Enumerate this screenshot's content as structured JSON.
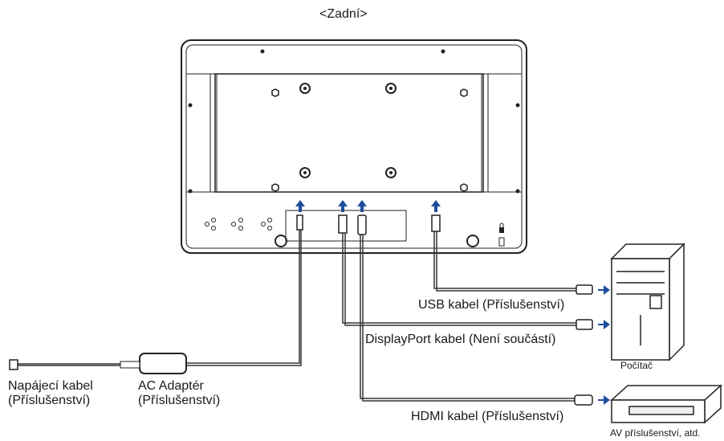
{
  "header": {
    "title": "<Zadní>"
  },
  "cables": {
    "usb": "USB kabel (Příslušenství)",
    "displayport": "DisplayPort kabel (Není součástí)",
    "hdmi": "HDMI kabel (Příslušenství)"
  },
  "power": {
    "cord_line1": "Napájecí kabel",
    "cord_line2": "(Příslušenství)",
    "adapter_line1": "AC Adaptér",
    "adapter_line2": "(Příslušenství)"
  },
  "devices": {
    "computer": "Počítač",
    "av": "AV příslušenství, atd."
  },
  "colors": {
    "arrow": "#1f4e9c",
    "line": "#333333"
  }
}
